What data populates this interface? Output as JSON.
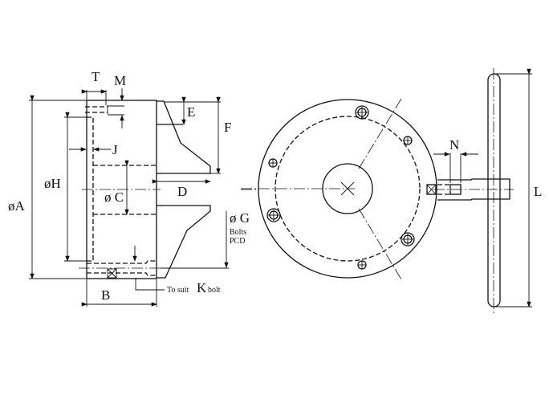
{
  "labels": {
    "T": "T",
    "M": "M",
    "E": "E",
    "F": "F",
    "J": "J",
    "H": "øH",
    "A": "øA",
    "C": "ø C",
    "D": "D",
    "G": "ø G",
    "G_sub1": "Bolts",
    "G_sub2": "PCD",
    "K_prefix": "To suit",
    "K": "K",
    "K_suffix": "bolt",
    "B": "B",
    "N": "N",
    "L": "L"
  }
}
